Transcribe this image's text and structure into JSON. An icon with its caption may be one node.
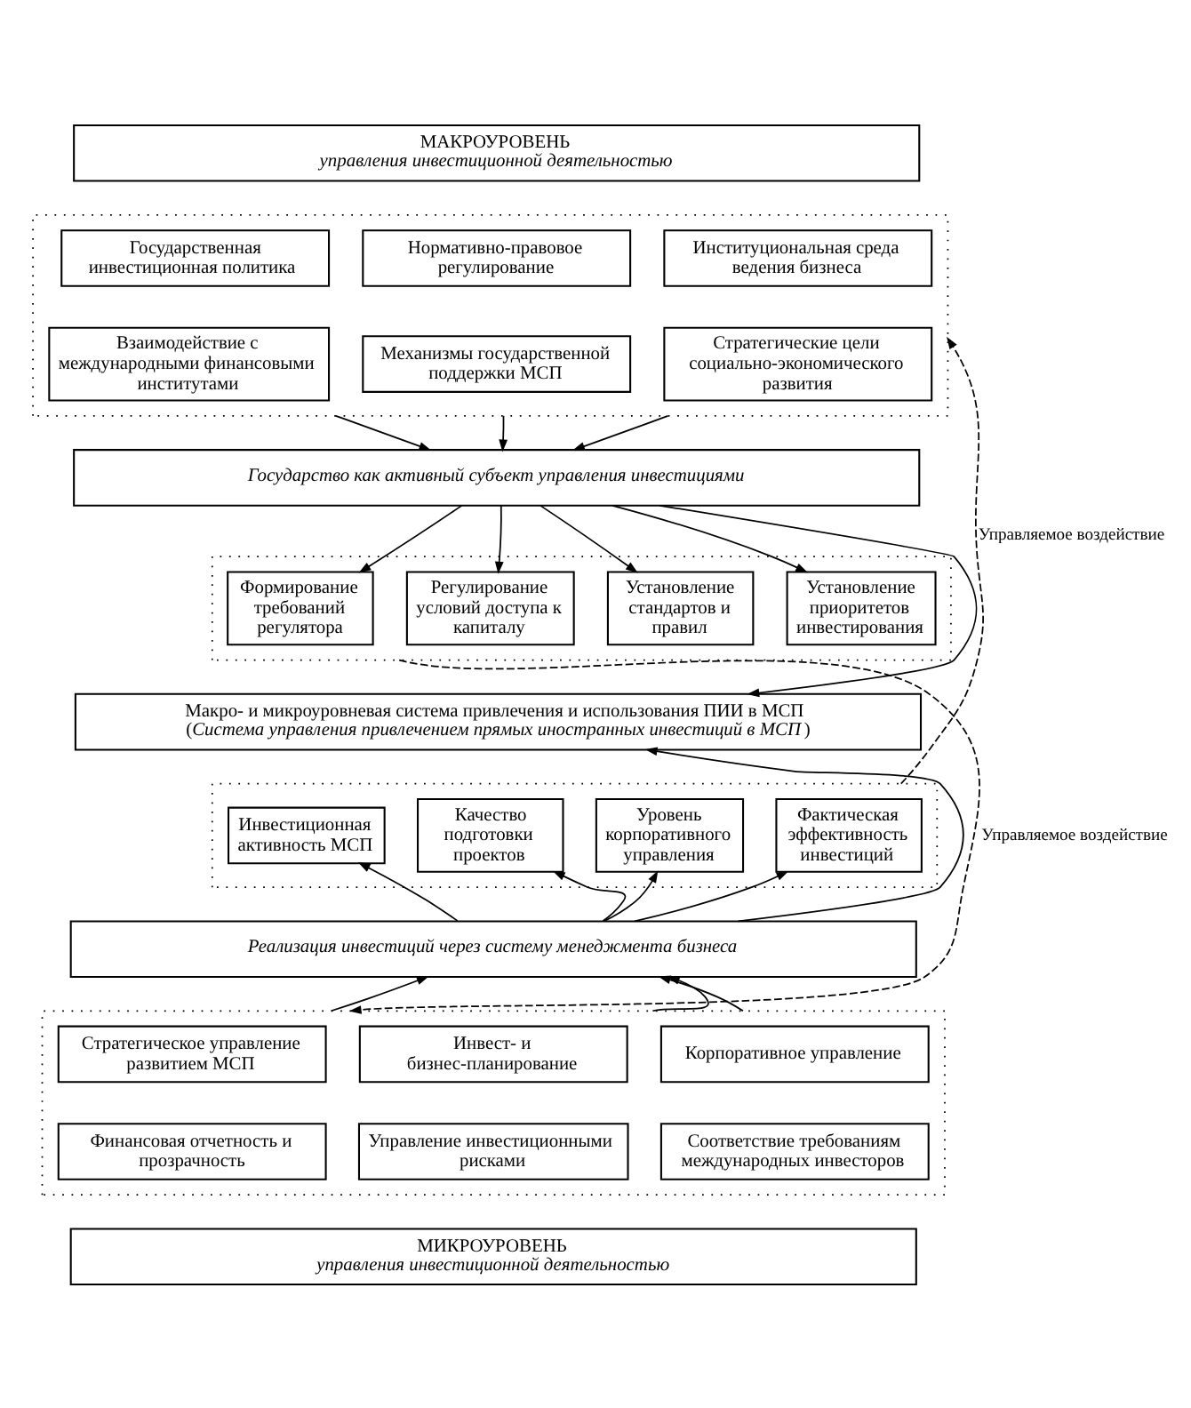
{
  "diagram": {
    "nodes": [
      {
        "text": [
          "МАКРОУРОВЕНЬ",
          "управления инвестиционной деятельностью"
        ]
      },
      {
        "text": [],
        "shape": "box"
      },
      {
        "text": [
          "Государственная инвестиционная политика"
        ],
        "in": 1
      },
      {
        "text": [
          "Нормативно-правовое регулирование"
        ],
        "in": 1
      },
      {
        "text": [
          "Институциональная среда ведения бизнеса"
        ],
        "in": 1
      },
      {
        "text": [
          "Взаимодействие с международными финансовыми институтами"
        ],
        "in": 1
      },
      {
        "text": [
          "Механизмы государственной поддержки МСП"
        ],
        "in": 1
      },
      {
        "text": [
          "Стратегические цели социально-экономического развития"
        ],
        "in": 1
      },
      {
        "text": [
          "Государство как активный субъект управления инвестициями"
        ]
      },
      {
        "text": [],
        "shape": "box"
      },
      {
        "text": [
          "Формирование требований регулятора"
        ],
        "in": 9
      },
      {
        "text": [
          "Регулирование условий доступа к капиталу"
        ],
        "in": 9
      },
      {
        "text": [
          "Установление стандартов и правил"
        ],
        "in": 9
      },
      {
        "text": [
          "Установление приоритетов инвестирования"
        ],
        "in": 9
      },
      {
        "text": [
          "Макро- и микроуровневая система привлечения и использования ПИИ в МСП",
          "(*Система управления привлечением прямых иностранных инвестиций в МСП*)"
        ]
      },
      {
        "text": [],
        "shape": "box"
      },
      {
        "text": [
          "Инвестиционная активность МСП"
        ],
        "in": 15
      },
      {
        "text": [
          "Качество подготовки проектов"
        ],
        "in": 15
      },
      {
        "text": [
          "Уровень корпоративного управления"
        ],
        "in": 15
      },
      {
        "text": [
          "Фактическая эффективность инвестиций"
        ],
        "in": 15
      },
      {
        "text": [
          "Реализация инвестиций через систему менеджмента бизнеса"
        ]
      },
      {
        "text": [],
        "shape": "box"
      },
      {
        "text": [
          "Стратегическое управление развитием МСП"
        ],
        "in": 21
      },
      {
        "text": [
          "Инвест- и бизнес-планирование"
        ],
        "in": 21
      },
      {
        "text": [
          "Корпоративное управление"
        ],
        "in": 21
      },
      {
        "text": [
          "Финансовая отчетность и прозрачность"
        ],
        "in": 21
      },
      {
        "text": [
          "Управление инвестиционными рисками"
        ],
        "in": 21
      },
      {
        "text": [
          "Соответствие требованиям международных инвесторов"
        ],
        "in": 21
      },
      {
        "text": [
          "МИКРОУРОВЕНЬ",
          "управления инвестиционной деятельностью"
        ]
      }
    ],
    "edges": [
      {
        "from": 1,
        "to": 8,
        "arrow": "to"
      },
      {
        "from": 1,
        "to": 8,
        "arrow": "to"
      },
      {
        "from": 1,
        "to": 8,
        "arrow": "to"
      },
      {
        "from": 8,
        "to": 10,
        "arrow": "to"
      },
      {
        "from": 8,
        "to": 11,
        "arrow": "to"
      },
      {
        "from": 8,
        "to": 12,
        "arrow": "to"
      },
      {
        "from": 8,
        "to": 13,
        "arrow": "to"
      },
      {
        "from": 8,
        "to": 14,
        "arrow": "to"
      },
      {
        "from": 20,
        "to": 14,
        "arrow": "to"
      },
      {
        "from": 20,
        "to": 16,
        "arrow": "to"
      },
      {
        "from": 20,
        "to": 17,
        "arrow": "to"
      },
      {
        "from": 20,
        "to": 18,
        "arrow": "to"
      },
      {
        "from": 20,
        "to": 19,
        "arrow": "to"
      },
      {
        "from": 21,
        "to": 20,
        "arrow": "to"
      },
      {
        "from": 21,
        "to": 20,
        "arrow": "to"
      },
      {
        "from": 21,
        "to": 20,
        "arrow": "to"
      },
      {
        "from": 15,
        "to": 1,
        "arrow": "to",
        "style": "dashed",
        "label": "Управляемое воздействие"
      },
      {
        "from": 9,
        "to": 21,
        "arrow": "to",
        "style": "dashed",
        "label": "Управляемое воздействие"
      }
    ]
  }
}
